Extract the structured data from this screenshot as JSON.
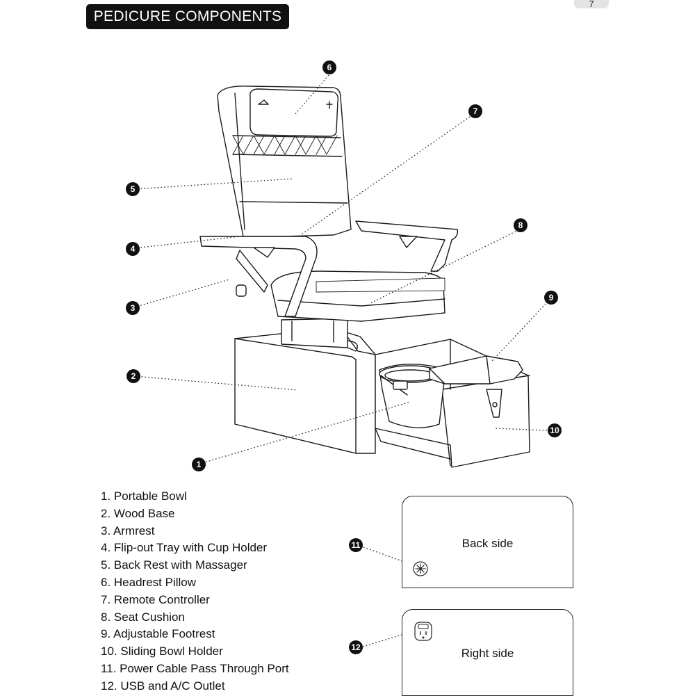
{
  "page": {
    "title": "PEDICURE COMPONENTS",
    "page_number": "7"
  },
  "callouts": [
    "1",
    "2",
    "3",
    "4",
    "5",
    "6",
    "7",
    "8",
    "9",
    "10",
    "11",
    "12"
  ],
  "components": [
    {
      "label": "1. Portable Bowl"
    },
    {
      "label": "2. Wood Base"
    },
    {
      "label": "3. Armrest"
    },
    {
      "label": "4. Flip-out Tray with Cup Holder"
    },
    {
      "label": "5. Back Rest with Massager"
    },
    {
      "label": "6. Headrest Pillow"
    },
    {
      "label": "7. Remote Controller"
    },
    {
      "label": "8. Seat Cushion"
    },
    {
      "label": "9. Adjustable Footrest"
    },
    {
      "label": "10. Sliding Bowl Holder"
    },
    {
      "label": "11. Power Cable Pass Through Port"
    },
    {
      "label": "12. USB and A/C Outlet"
    }
  ],
  "panels": {
    "back": {
      "label": "Back side",
      "icon": "cable-port-icon"
    },
    "right": {
      "label": "Right side",
      "icon": "outlet-icon"
    }
  },
  "colors": {
    "ink": "#111111",
    "badge_bg": "#111111",
    "badge_text": "#ffffff",
    "tab_bg": "#e3e3e3"
  }
}
